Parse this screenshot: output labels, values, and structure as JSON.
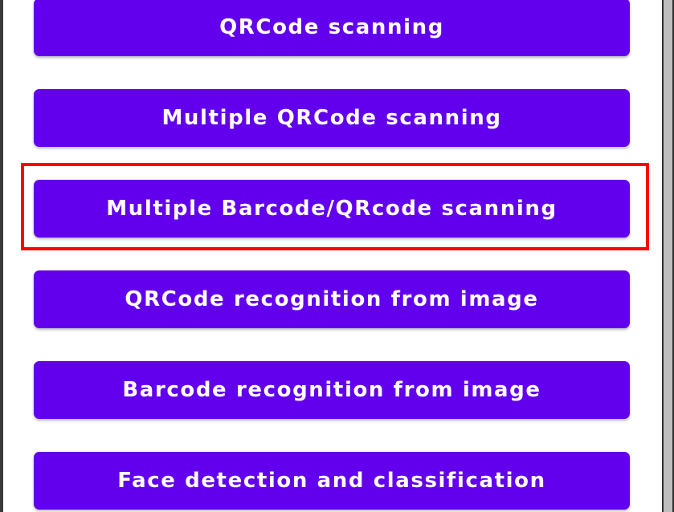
{
  "buttons": [
    {
      "label": "QRCode scanning"
    },
    {
      "label": "Multiple QRCode scanning"
    },
    {
      "label": "Multiple Barcode/QRcode scanning",
      "highlighted": true
    },
    {
      "label": "QRCode recognition from image"
    },
    {
      "label": "Barcode recognition from image"
    },
    {
      "label": "Face detection and classification"
    }
  ],
  "colors": {
    "button_background": "#6200ee",
    "button_text": "#ffffff",
    "highlight_border": "#ff0000",
    "screen_background": "#ffffff"
  }
}
